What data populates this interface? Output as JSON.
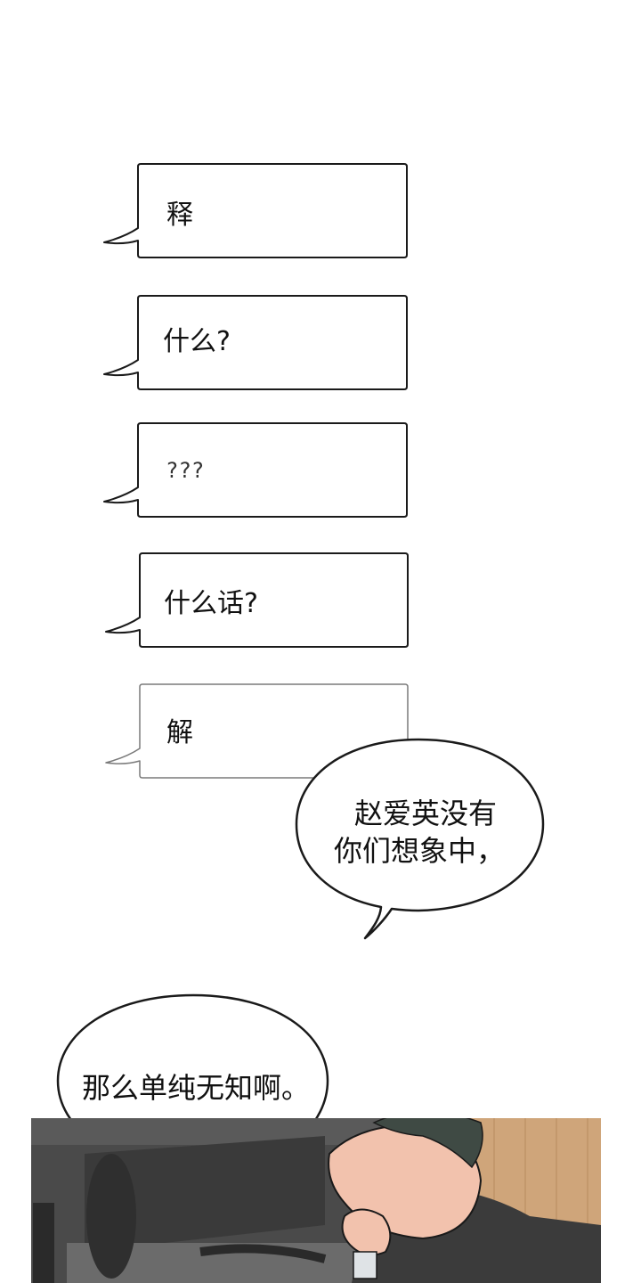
{
  "chat": {
    "messages": [
      {
        "text": "释"
      },
      {
        "text": "什么?"
      },
      {
        "text": "???"
      },
      {
        "text": "什么话?"
      },
      {
        "text": "解"
      }
    ]
  },
  "speech": {
    "bubble_1_line_1": "赵爱英没有",
    "bubble_1_line_2": "你们想象中，",
    "bubble_2": "那么单纯无知啊。"
  },
  "colors": {
    "background": "#ffffff",
    "outline": "#1a1a1a",
    "skin": "#f2c2ad",
    "hair": "#3f4a44",
    "wood_wall": "#cfa57a",
    "dark_room": "#4a4a4a"
  }
}
